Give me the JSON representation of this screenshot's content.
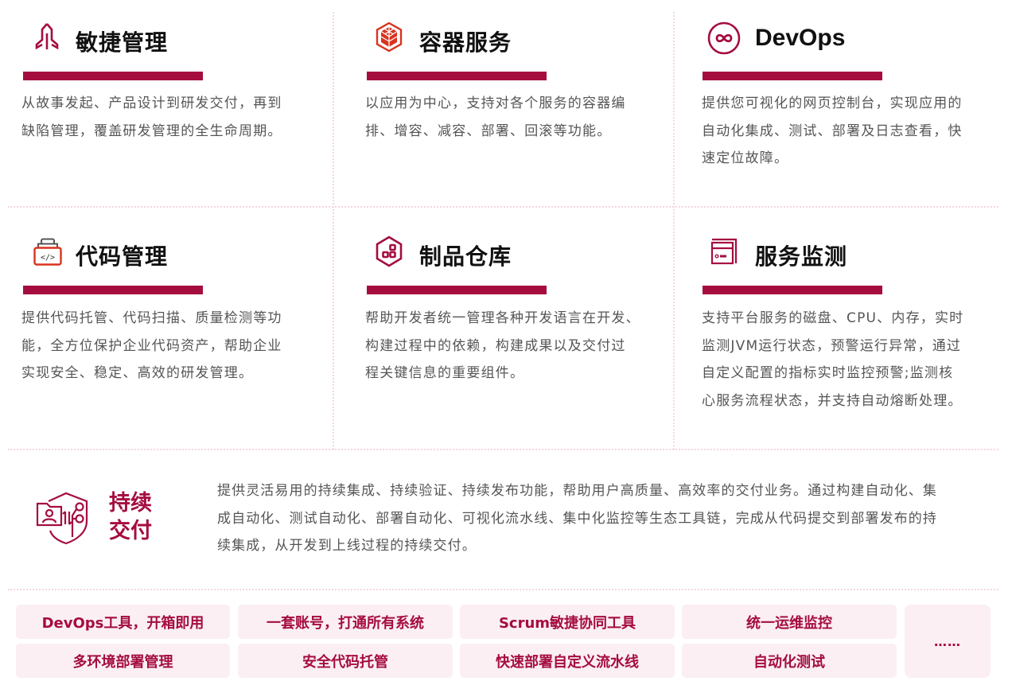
{
  "colors": {
    "accent": "#a50d3f",
    "icon_orange_red": "#d9331f",
    "tag_bg": "#fbeff3",
    "divider": "#f4d6df",
    "body_text": "#555555",
    "title_text": "#111111"
  },
  "features": [
    {
      "icon": "rocket-icon",
      "title": "敏捷管理",
      "lines": [
        "从故事发起、产品设计到研发交付，再到",
        "缺陷管理，覆盖研发管理的全生命周期。"
      ]
    },
    {
      "icon": "container-cube-icon",
      "title": "容器服务",
      "lines": [
        "以应用为中心，支持对各个服务的容器编",
        "排、增容、减容、部署、回滚等功能。"
      ]
    },
    {
      "icon": "infinity-icon",
      "title": "DevOps",
      "lines": [
        "提供您可视化的网页控制台，实现应用的",
        "自动化集成、测试、部署及日志查看，快",
        "速定位故障。"
      ]
    },
    {
      "icon": "code-box-icon",
      "title": "代码管理",
      "lines": [
        "提供代码托管、代码扫描、质量检测等功",
        "能，全方位保护企业代码资产，帮助企业",
        "实现安全、稳定、高效的研发管理。"
      ]
    },
    {
      "icon": "artifact-hexagon-icon",
      "title": "制品仓库",
      "lines": [
        "帮助开发者统一管理各种开发语言在开发、",
        "构建过程中的依赖，构建成果以及交付过",
        "程关键信息的重要组件。"
      ]
    },
    {
      "icon": "server-monitor-icon",
      "title": "服务监测",
      "lines": [
        "支持平台服务的磁盘、CPU、内存，实时",
        "监测JVM运行状态，预警运行异常，通过",
        "自定义配置的指标实时监控预警;监测核",
        "心服务流程状态，并支持自动熔断处理。"
      ]
    }
  ],
  "continuous_delivery": {
    "icon": "shield-delivery-icon",
    "title_line1": "持续",
    "title_line2": "交付",
    "lines": [
      "提供灵活易用的持续集成、持续验证、持续发布功能，帮助用户高质量、高效率的交付业务。通过构建自动化、集",
      "成自动化、测试自动化、部署自动化、可视化流水线、集中化监控等生态工具链，完成从代码提交到部署发布的持",
      "续集成，从开发到上线过程的持续交付。"
    ]
  },
  "tags": {
    "row1": [
      "DevOps工具，开箱即用",
      "一套账号，打通所有系统",
      "Scrum敏捷协同工具",
      "统一运维监控"
    ],
    "row2": [
      "多环境部署管理",
      "安全代码托管",
      "快速部署自定义流水线",
      "自动化测试"
    ],
    "more": "……"
  }
}
